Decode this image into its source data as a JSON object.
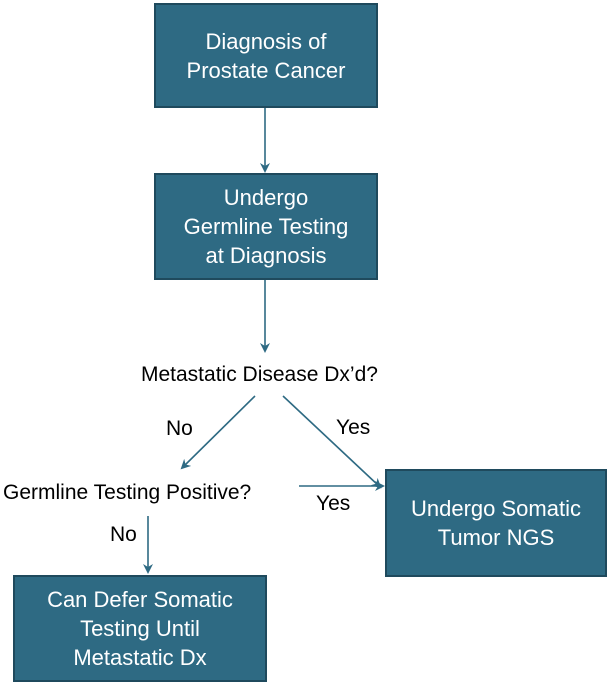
{
  "colors": {
    "box_fill": "#2e6a83",
    "box_border": "#1f4a5d",
    "arrow": "#2e6a83",
    "box_text": "#ffffff",
    "label_text": "#000000"
  },
  "nodes": {
    "diagnosis": "Diagnosis of\nProstate Cancer",
    "germline_testing": "Undergo\nGermline Testing\nat Diagnosis",
    "somatic_ngs": "Undergo Somatic\nTumor NGS",
    "defer_somatic": "Can Defer Somatic\nTesting Until\nMetastatic Dx"
  },
  "decisions": {
    "metastatic": "Metastatic Disease Dx’d?",
    "germline_positive": "Germline Testing Positive?"
  },
  "edge_labels": {
    "metastatic_no": "No",
    "metastatic_yes": "Yes",
    "germline_yes": "Yes",
    "germline_no": "No"
  }
}
